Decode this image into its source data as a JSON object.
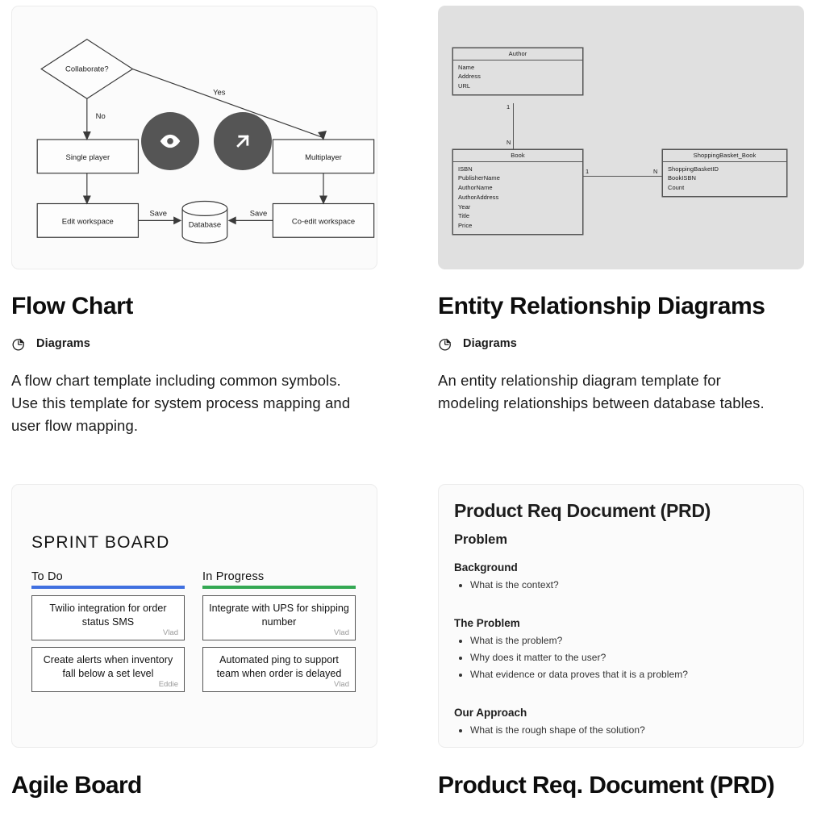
{
  "cards": [
    {
      "id": "flow-chart",
      "title": "Flow Chart",
      "tag": "Diagrams",
      "tag_icon": "pie-chart-icon",
      "description": "A flow chart template including common symbols. Use this template for system process mapping and user flow mapping.",
      "preview": {
        "type": "flow-chart",
        "hover_actions": [
          {
            "name": "preview-eye-button",
            "icon": "eye-icon"
          },
          {
            "name": "open-template-button",
            "icon": "arrow-up-right-icon"
          }
        ],
        "nodes": [
          {
            "id": "decision",
            "shape": "diamond",
            "label": "Collaborate?"
          },
          {
            "id": "single",
            "shape": "rect",
            "label": "Single player"
          },
          {
            "id": "multi",
            "shape": "rect",
            "label": "Multiplayer"
          },
          {
            "id": "edit",
            "shape": "rect",
            "label": "Edit workspace"
          },
          {
            "id": "coedit",
            "shape": "rect",
            "label": "Co-edit workspace"
          },
          {
            "id": "db",
            "shape": "cylinder",
            "label": "Database"
          }
        ],
        "edge_labels": [
          "No",
          "Yes",
          "Save",
          "Save"
        ]
      }
    },
    {
      "id": "erd",
      "title": "Entity Relationship Diagrams",
      "tag": "Diagrams",
      "tag_icon": "pie-chart-icon",
      "description": "An entity relationship diagram template for modeling relationships between database tables.",
      "preview": {
        "type": "erd",
        "entities": [
          {
            "name": "Author",
            "fields": [
              "Name",
              "Address",
              "URL"
            ]
          },
          {
            "name": "Book",
            "fields": [
              "ISBN",
              "PublisherName",
              "AuthorName",
              "AuthorAddress",
              "Year",
              "Title",
              "Price"
            ]
          },
          {
            "name": "ShoppingBasket_Book",
            "fields": [
              "ShoppingBasketID",
              "BookISBN",
              "Count"
            ]
          }
        ],
        "cardinalities": [
          "1",
          "N",
          "1",
          "N"
        ]
      }
    },
    {
      "id": "agile-board",
      "title": "Agile Board",
      "preview": {
        "type": "sprint-board",
        "board_title": "SPRINT BOARD",
        "columns": [
          {
            "name": "To Do",
            "accent": "#4070E0",
            "cards": [
              {
                "text": "Twilio integration for order status SMS",
                "assignee": "Vlad"
              },
              {
                "text": "Create alerts when inventory fall below a set level",
                "assignee": "Eddie"
              }
            ]
          },
          {
            "name": "In Progress",
            "accent": "#34A853",
            "cards": [
              {
                "text": "Integrate with UPS for shipping number",
                "assignee": "Vlad"
              },
              {
                "text": "Automated ping to support team when order is delayed",
                "assignee": "Vlad"
              }
            ]
          }
        ]
      }
    },
    {
      "id": "prd",
      "title": "Product Req. Document (PRD)",
      "preview": {
        "type": "document",
        "doc_title": "Product Req Document (PRD)",
        "sections": [
          {
            "heading": "Problem",
            "level": 1,
            "items": []
          },
          {
            "heading": "Background",
            "level": 2,
            "items": [
              "What is the context?"
            ]
          },
          {
            "heading": "The Problem",
            "level": 2,
            "items": [
              "What is the problem?",
              "Why does it matter to the user?",
              "What evidence or data proves that it is a problem?"
            ]
          },
          {
            "heading": "Our Approach",
            "level": 2,
            "items": [
              "What is the rough shape of the solution?"
            ]
          }
        ]
      }
    }
  ],
  "colors": {
    "accent_blue": "#4070E0",
    "accent_green": "#34A853",
    "circle_btn": "#555555",
    "erd_bg": "#e0e0e0",
    "card_bg": "#fbfbfb"
  }
}
